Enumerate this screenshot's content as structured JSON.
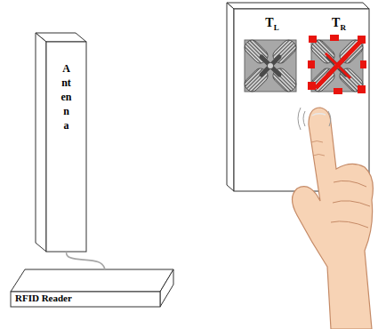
{
  "diagram": {
    "nodes": [
      {
        "text": [
          "Antenna"
        ]
      },
      {
        "text": [
          "TL"
        ]
      },
      {
        "text": [
          "TR"
        ]
      },
      {
        "text": [
          "RFID Reader"
        ]
      }
    ],
    "edges": [
      {
        "from": 0,
        "to": 3,
        "arrow": "none"
      }
    ]
  }
}
